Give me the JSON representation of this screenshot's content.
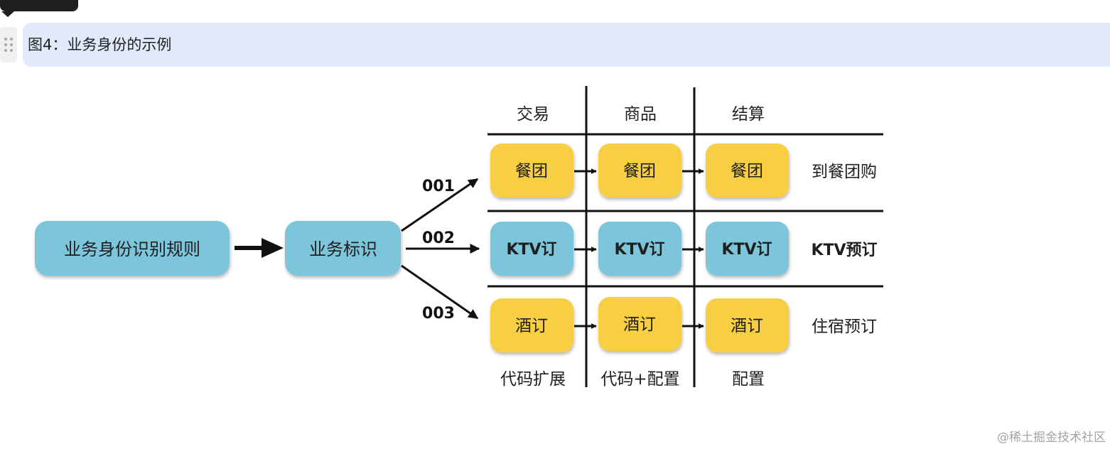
{
  "caption": "图4：业务身份的示例",
  "watermark": "@稀土掘金技术社区",
  "colors": {
    "caption_bg": "#e1eafb",
    "blue_node": "#7bc5db",
    "yellow_node": "#f8cf43",
    "line": "#111111"
  },
  "icons": [
    "drag-handle-icon",
    "arrow-icon"
  ],
  "diagram": {
    "rule_node": "业务身份识别规则",
    "id_node": "业务标识",
    "codes": [
      "001",
      "002",
      "003"
    ],
    "columns": [
      "交易",
      "商品",
      "结算"
    ],
    "rows": [
      {
        "cells": [
          "餐团",
          "餐团",
          "餐团"
        ],
        "label": "到餐团购",
        "color": "yellow"
      },
      {
        "cells": [
          "KTV订",
          "KTV订",
          "KTV订"
        ],
        "label": "KTV预订",
        "color": "blue"
      },
      {
        "cells": [
          "酒订",
          "酒订",
          "酒订"
        ],
        "label": "住宿预订",
        "color": "yellow"
      }
    ],
    "footers": [
      "代码扩展",
      "代码+配置",
      "配置"
    ]
  }
}
